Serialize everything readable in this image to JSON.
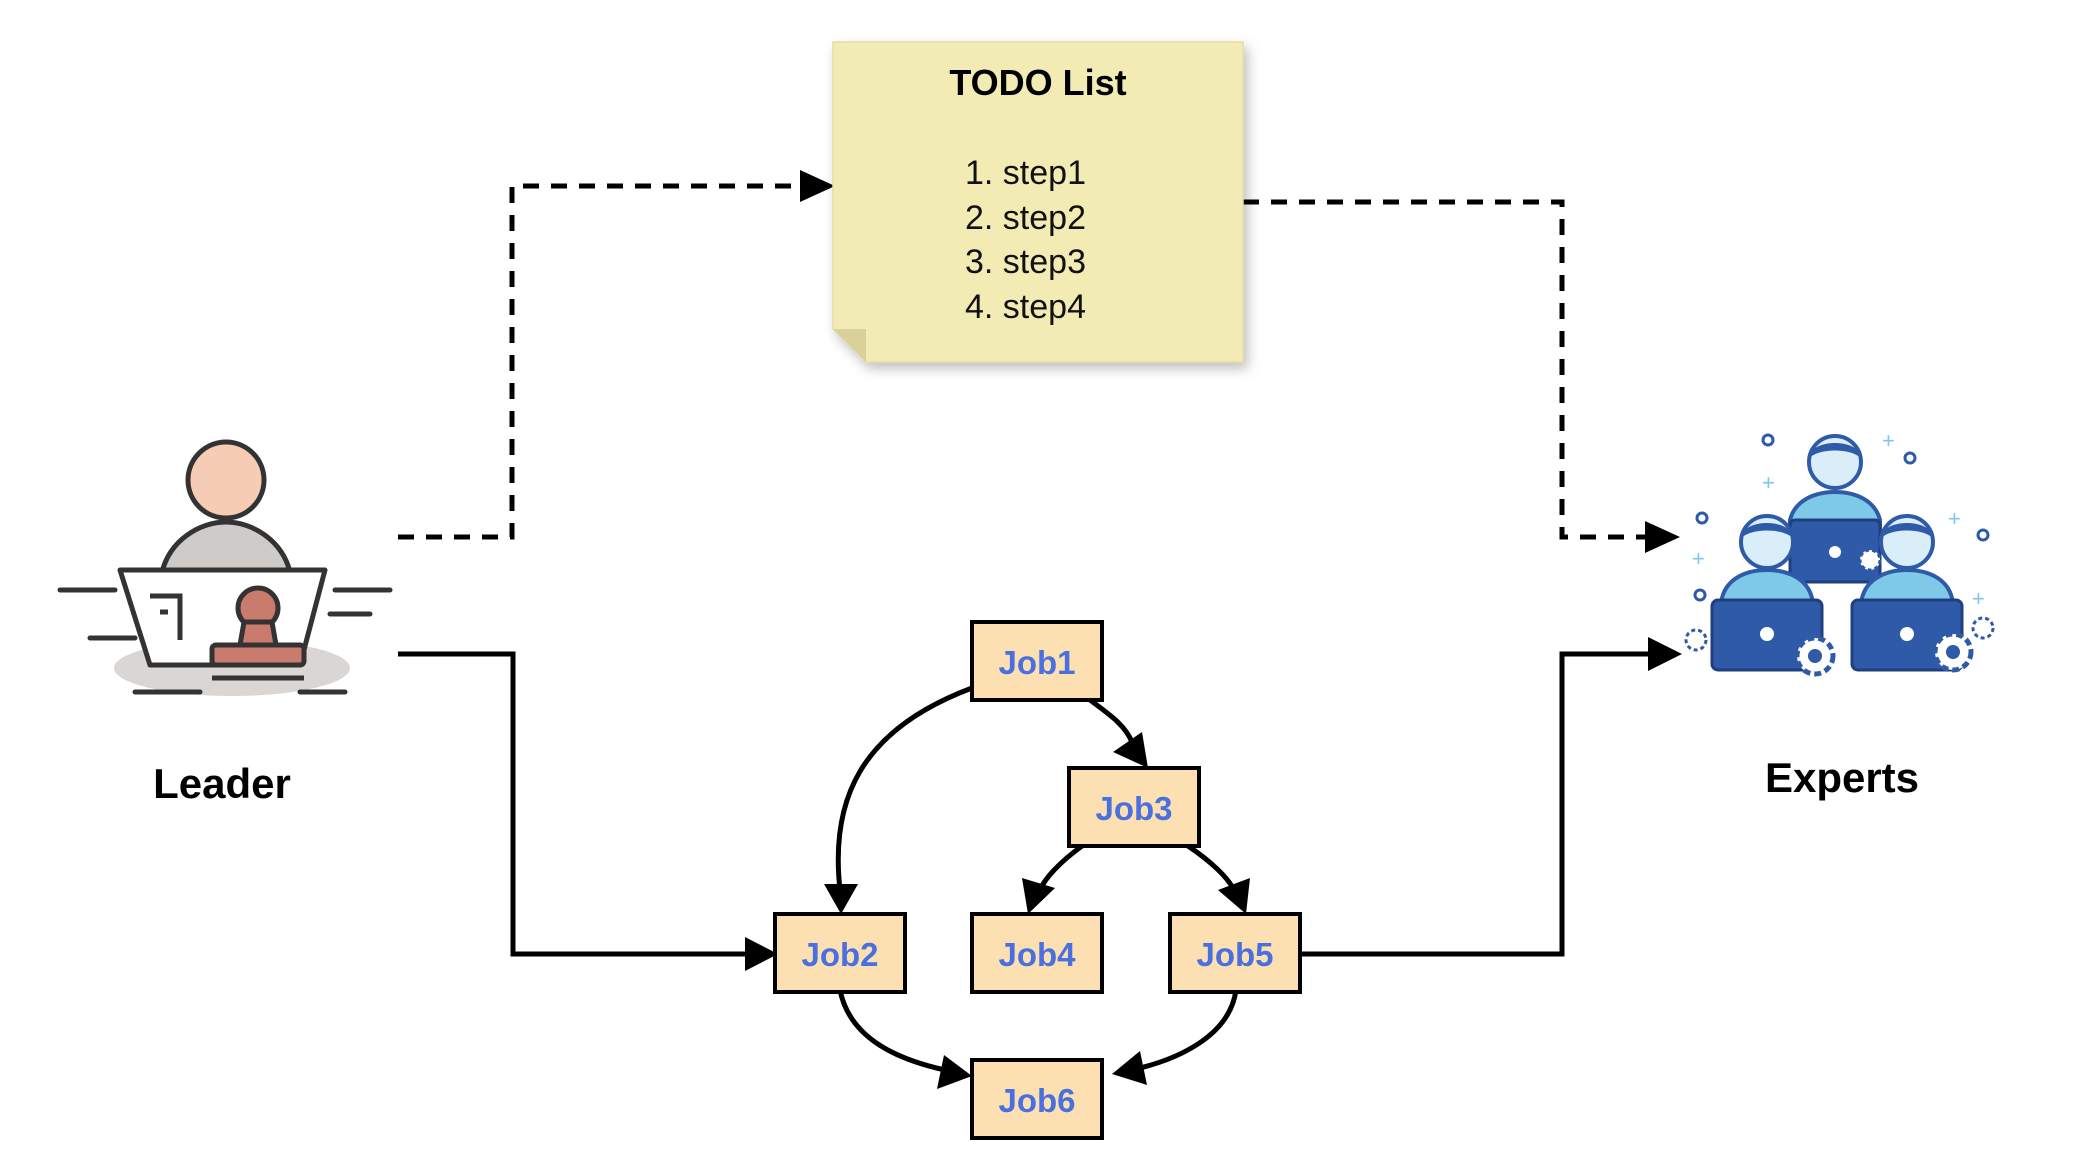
{
  "todo": {
    "title": "TODO List",
    "steps": [
      "1. step1",
      "2. step2",
      "3. step3",
      "4. step4"
    ]
  },
  "leader": {
    "label": "Leader",
    "icon": "leader-stamp-icon"
  },
  "experts": {
    "label": "Experts",
    "icon": "experts-team-icon"
  },
  "jobs": [
    "Job1",
    "Job2",
    "Job3",
    "Job4",
    "Job5",
    "Job6"
  ],
  "colors": {
    "note_fill": "#f2ebb4",
    "job_fill": "#fce0b2",
    "job_text": "#4a6fe0",
    "expert_blue": "#2f5aa8",
    "expert_light": "#7ec8e8",
    "leader_skin": "#f6cdb4",
    "stamp": "#c97b6d"
  }
}
